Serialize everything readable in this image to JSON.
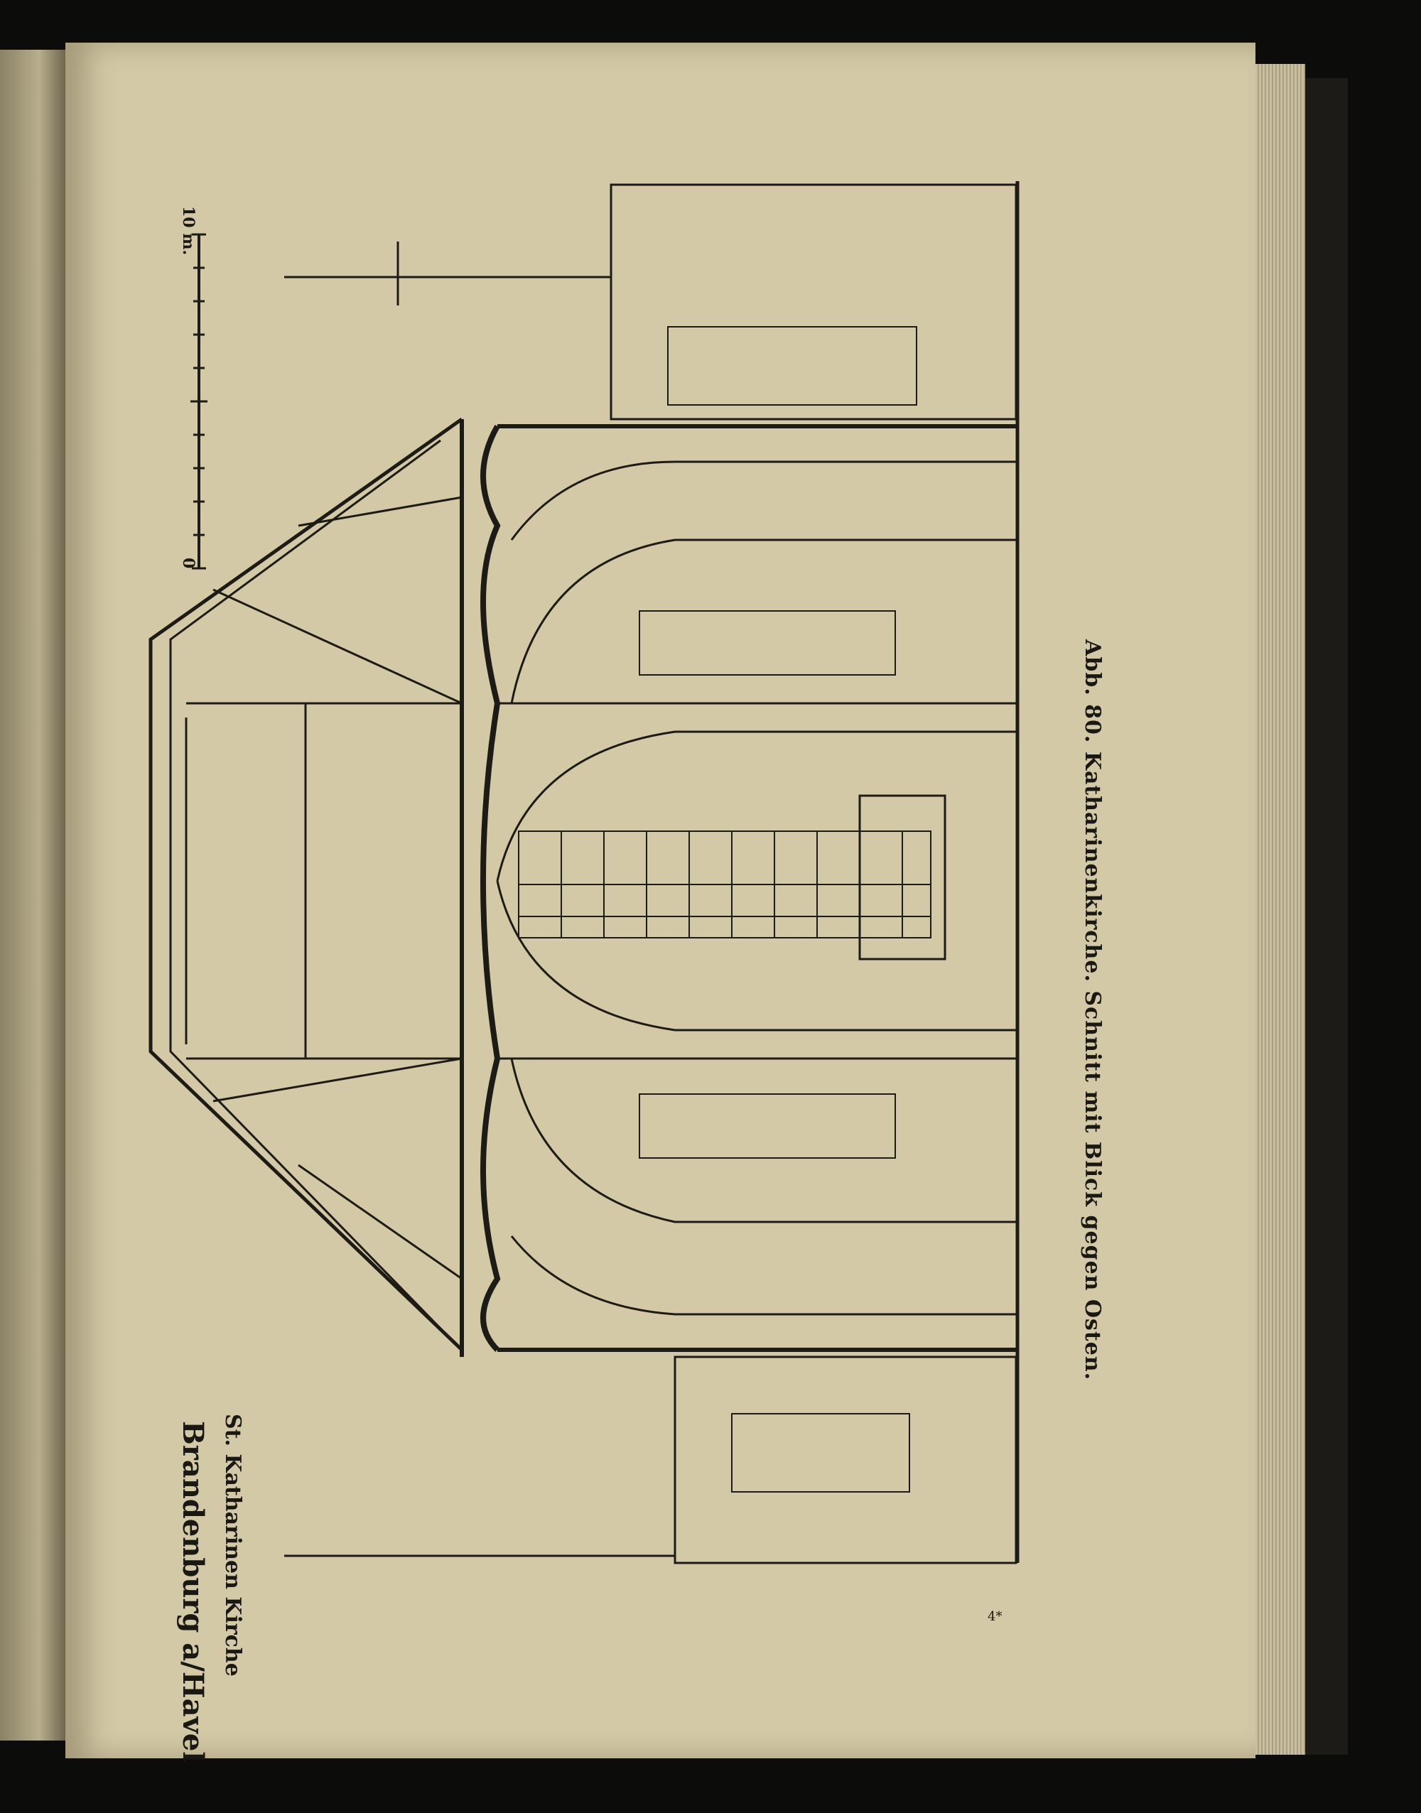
{
  "figure": {
    "drawing_title": "Brandenburg a/Havel",
    "drawing_subtitle": "St. Katharinen Kirche",
    "scale_start": "0",
    "scale_end": "10 m.",
    "caption": "Abb. 80. Katharinenkirche. Schnitt mit Blick gegen Osten."
  },
  "page_mark": "4*"
}
